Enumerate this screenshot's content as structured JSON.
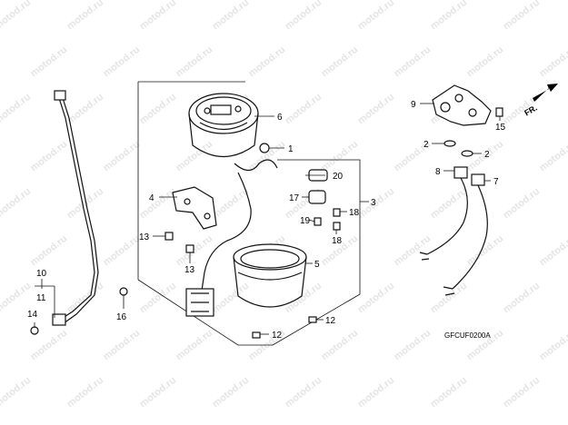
{
  "watermark": "motod.ru",
  "diagram_code": "GFCUF0200A",
  "front_label": "FR.",
  "callouts": {
    "c1": "1",
    "c2a": "2",
    "c2b": "2",
    "c3": "3",
    "c4": "4",
    "c5": "5",
    "c6": "6",
    "c7": "7",
    "c8": "8",
    "c9": "9",
    "c10": "10",
    "c11": "11",
    "c12a": "12",
    "c12b": "12",
    "c13a": "13",
    "c13b": "13",
    "c14": "14",
    "c15": "15",
    "c16": "16",
    "c17": "17",
    "c18a": "18",
    "c18b": "18",
    "c19": "19",
    "c20": "20"
  }
}
